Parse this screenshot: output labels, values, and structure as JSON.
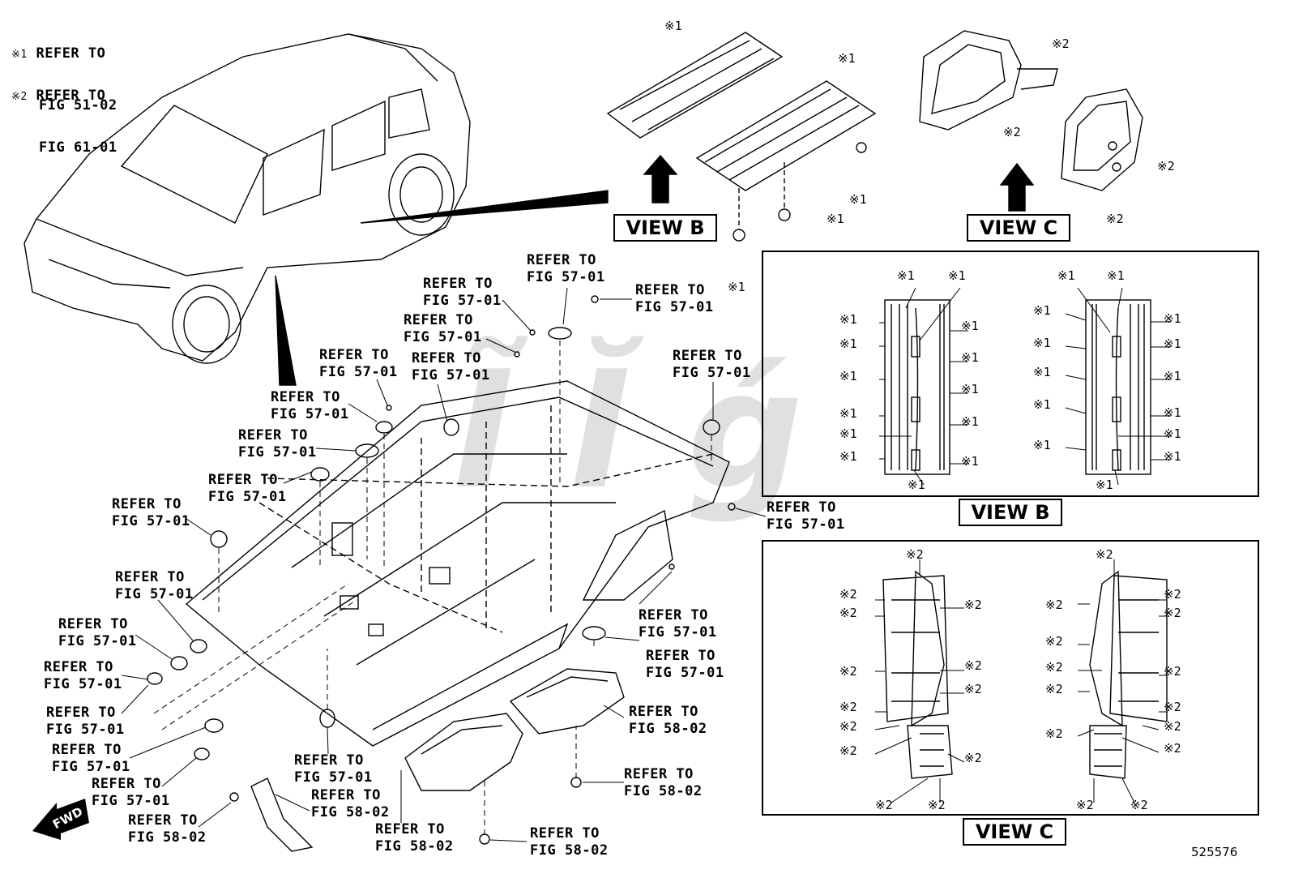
{
  "notes": [
    {
      "marker": "※1",
      "line1": "REFER TO",
      "line2": "FIG 51-02"
    },
    {
      "marker": "※2",
      "line1": "REFER TO",
      "line2": "FIG 61-01"
    }
  ],
  "markers": {
    "m1": "※1",
    "m2": "※2"
  },
  "refer": {
    "line1": "REFER TO",
    "fig5701": "FIG 57-01",
    "fig5802": "FIG 58-02"
  },
  "views": {
    "b": "VIEW B",
    "c": "VIEW C"
  },
  "fwd_label": "FWD",
  "drawing_number": "525576"
}
